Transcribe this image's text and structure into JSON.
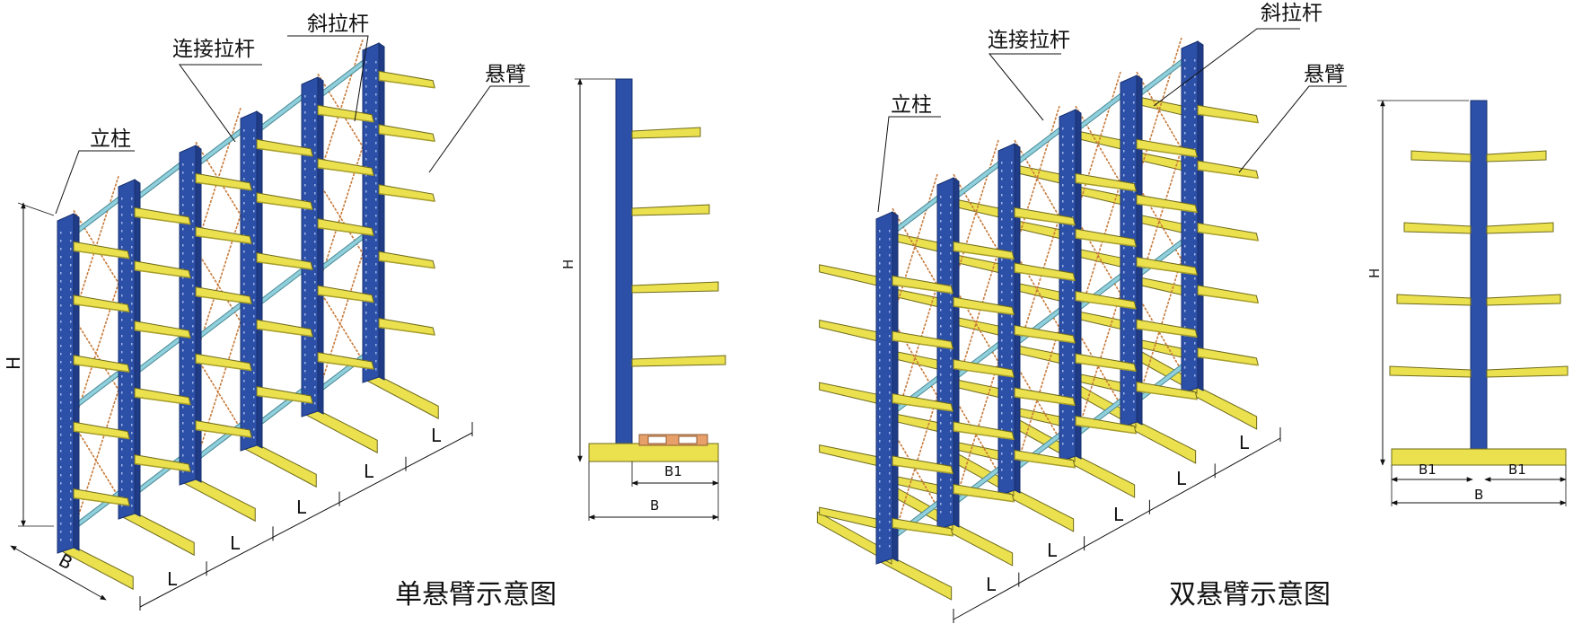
{
  "colors": {
    "column": "#2c4fa8",
    "column_edge": "#17306e",
    "arm": "#ebe14f",
    "arm_edge": "#6e6a1a",
    "tie": "#8fd0dc",
    "brace": "#c77a3a",
    "pallet": "#e8a06a"
  },
  "single": {
    "caption": "单悬臂示意图",
    "labels": {
      "column": "立柱",
      "tie": "连接拉杆",
      "brace": "斜拉杆",
      "arm": "悬臂"
    },
    "dims": {
      "height": "H",
      "depth": "B",
      "bay": "L"
    },
    "side_dims": {
      "height": "H",
      "arm": "B1",
      "base": "B"
    }
  },
  "double": {
    "caption": "双悬臂示意图",
    "labels": {
      "column": "立柱",
      "tie": "连接拉杆",
      "brace": "斜拉杆",
      "arm": "悬臂"
    },
    "dims": {
      "bay": "L"
    },
    "side_dims": {
      "height": "H",
      "arm_left": "B1",
      "arm_right": "B1",
      "base": "B"
    }
  },
  "icons": [
    "leader-line",
    "dimension-arrow"
  ]
}
